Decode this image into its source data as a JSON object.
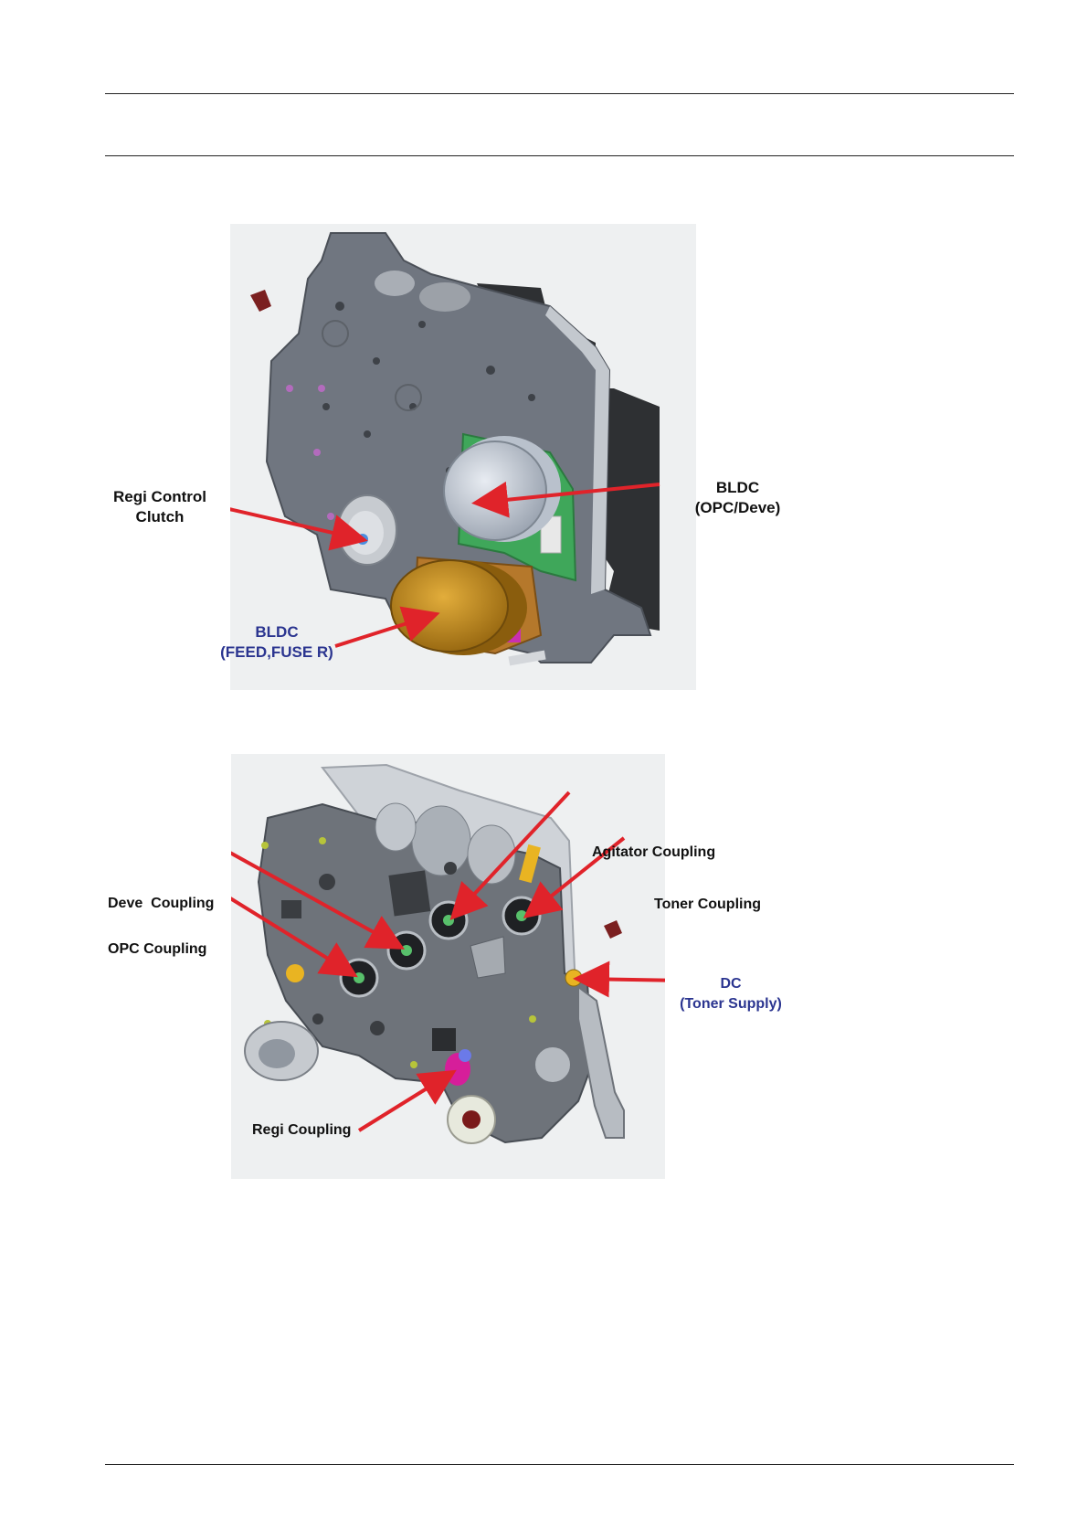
{
  "figure1": {
    "labels": {
      "regi_control_clutch_line1": "Regi Control",
      "regi_control_clutch_line2": "Clutch",
      "bldc_opc_line1": "BLDC",
      "bldc_opc_line2": "(OPC/Deve)",
      "bldc_feed_line1": "BLDC",
      "bldc_feed_line2": "(FEED,FUSE R)"
    },
    "label_colors": {
      "black": "#111111",
      "blue": "#2b3590"
    }
  },
  "figure2": {
    "labels": {
      "agitator_coupling": "Agitator Coupling",
      "deve_coupling": "Deve  Coupling",
      "toner_coupling": "Toner Coupling",
      "opc_coupling": "OPC Coupling",
      "dc_line1": "DC",
      "dc_line2": "(Toner Supply)",
      "regi_coupling": "Regi Coupling"
    }
  },
  "colors": {
    "callout_arrow": "#e0232a",
    "plate": "#6e737a",
    "motor_gold": "#c98f1e",
    "pcb_green": "#3fa75a",
    "magenta": "#d61e9a"
  }
}
